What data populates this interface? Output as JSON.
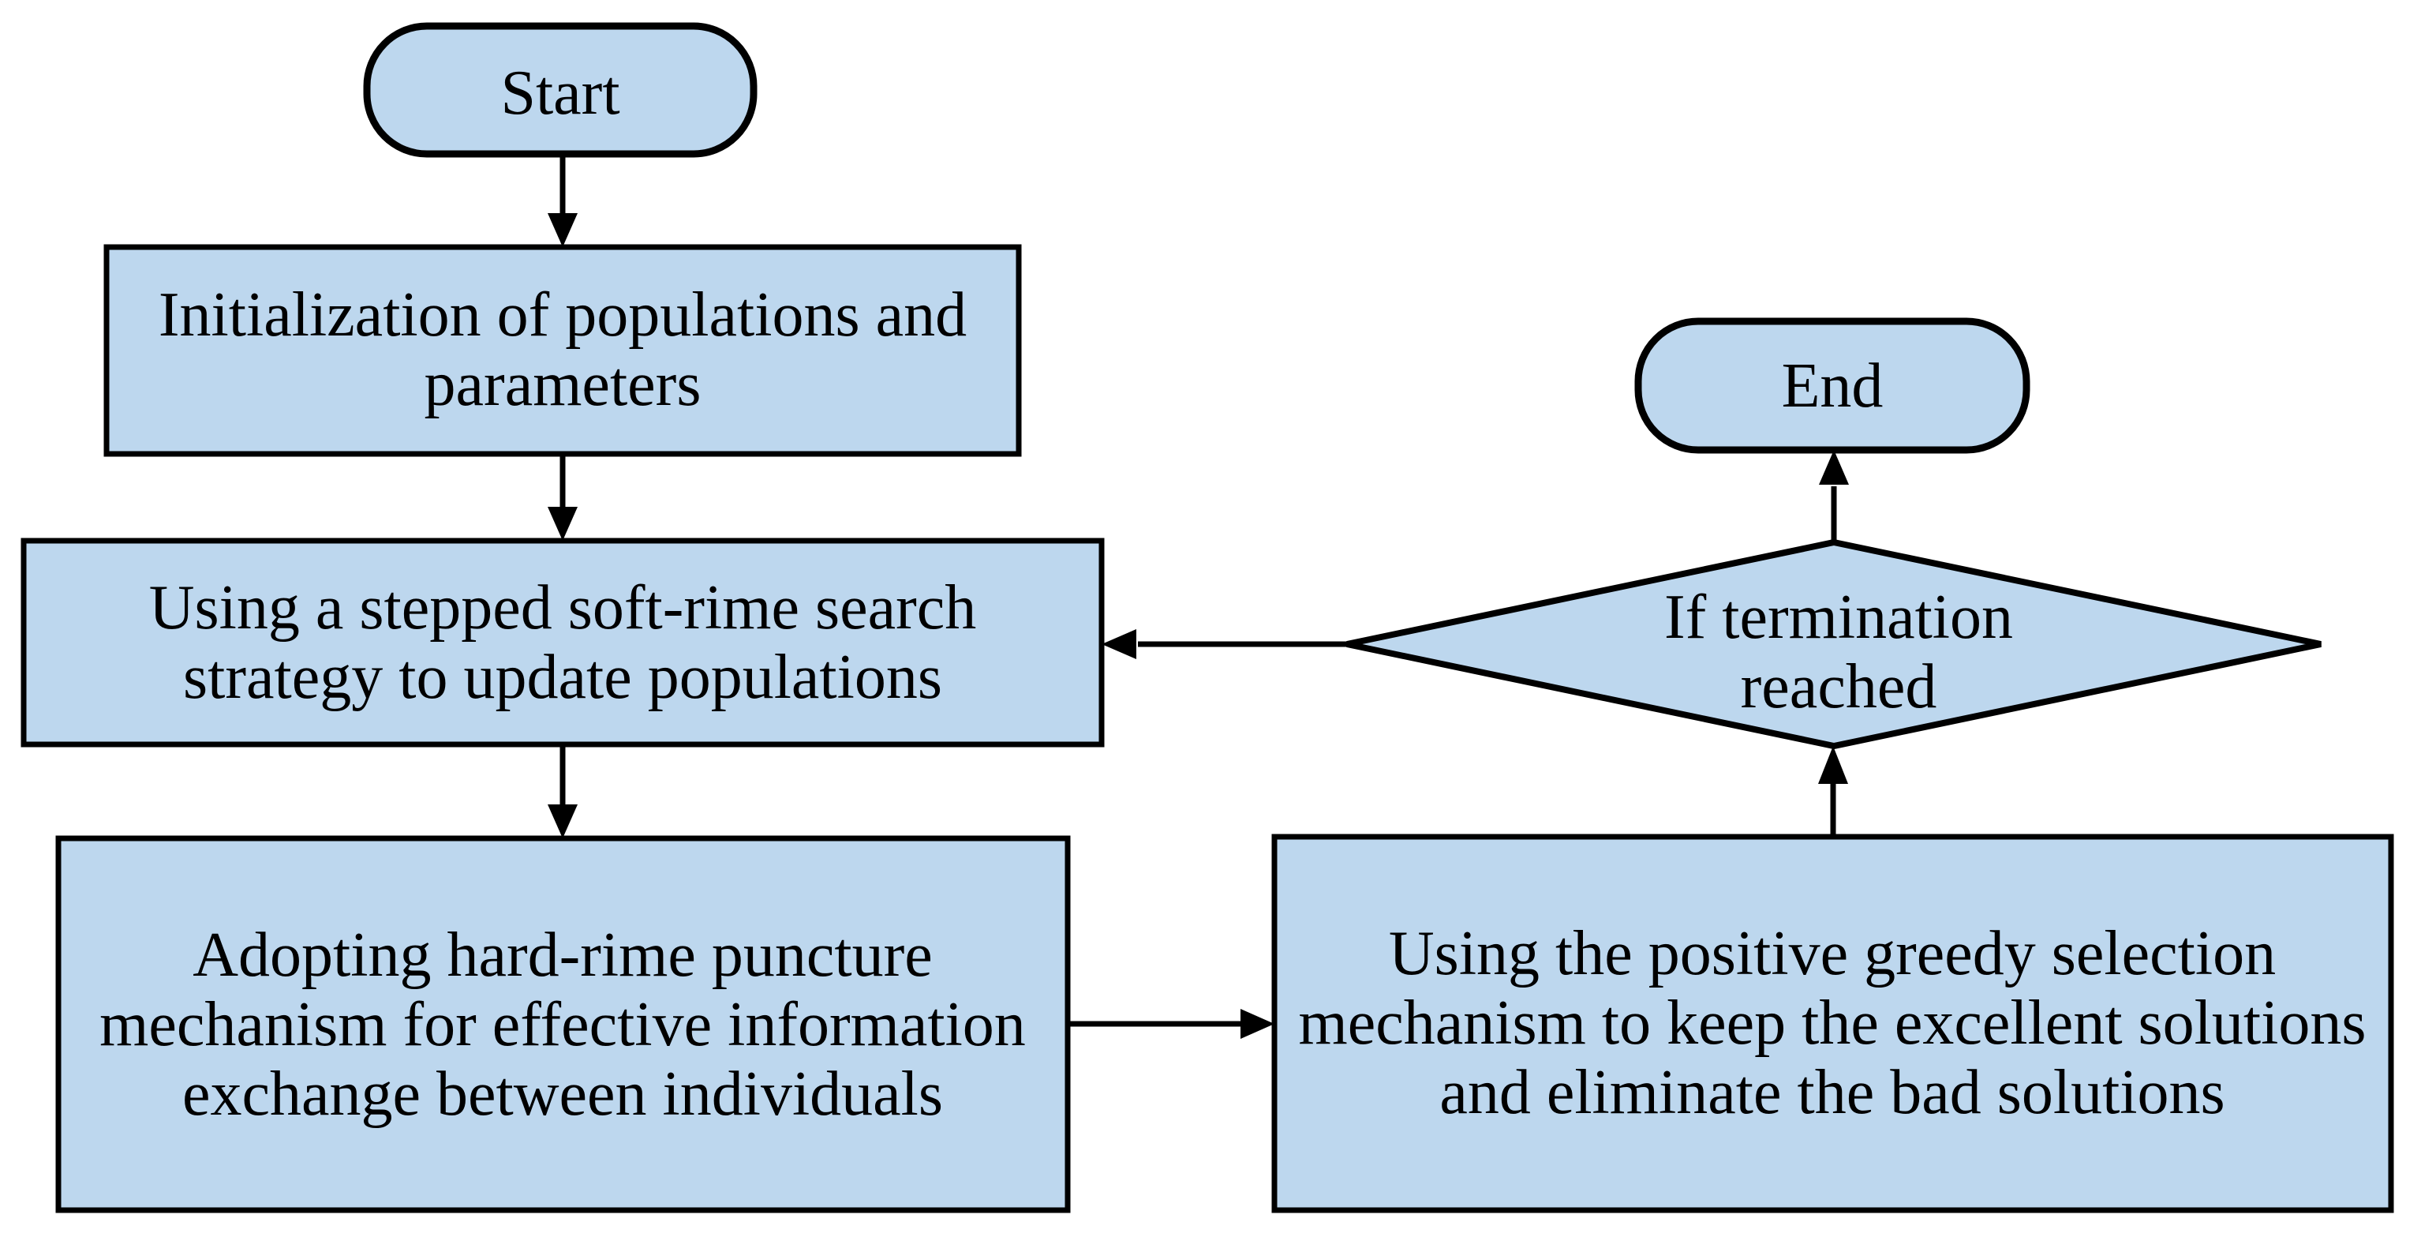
{
  "colors": {
    "node_fill": "#bdd7ee",
    "node_stroke": "#000000",
    "arrow": "#000000",
    "text": "#000000",
    "background": "#ffffff"
  },
  "nodes": {
    "start": {
      "shape": "terminator",
      "label": "Start"
    },
    "init": {
      "shape": "process",
      "lines": [
        "Initialization of populations and",
        "parameters"
      ]
    },
    "soft_rime": {
      "shape": "process",
      "lines": [
        "Using a stepped soft-rime search",
        "strategy to update populations"
      ]
    },
    "hard_rime": {
      "shape": "process",
      "lines": [
        "Adopting hard-rime puncture",
        "mechanism for effective information",
        "exchange between individuals"
      ]
    },
    "greedy": {
      "shape": "process",
      "lines": [
        "Using the positive greedy selection",
        "mechanism to keep the excellent solutions",
        "and eliminate the bad solutions"
      ]
    },
    "decision": {
      "shape": "decision",
      "lines": [
        "If termination",
        "reached"
      ]
    },
    "end": {
      "shape": "terminator",
      "label": "End"
    }
  },
  "edges": [
    {
      "from": "start",
      "to": "init"
    },
    {
      "from": "init",
      "to": "soft_rime"
    },
    {
      "from": "soft_rime",
      "to": "hard_rime"
    },
    {
      "from": "hard_rime",
      "to": "greedy"
    },
    {
      "from": "greedy",
      "to": "decision"
    },
    {
      "from": "decision",
      "to": "end"
    },
    {
      "from": "decision",
      "to": "soft_rime"
    }
  ]
}
